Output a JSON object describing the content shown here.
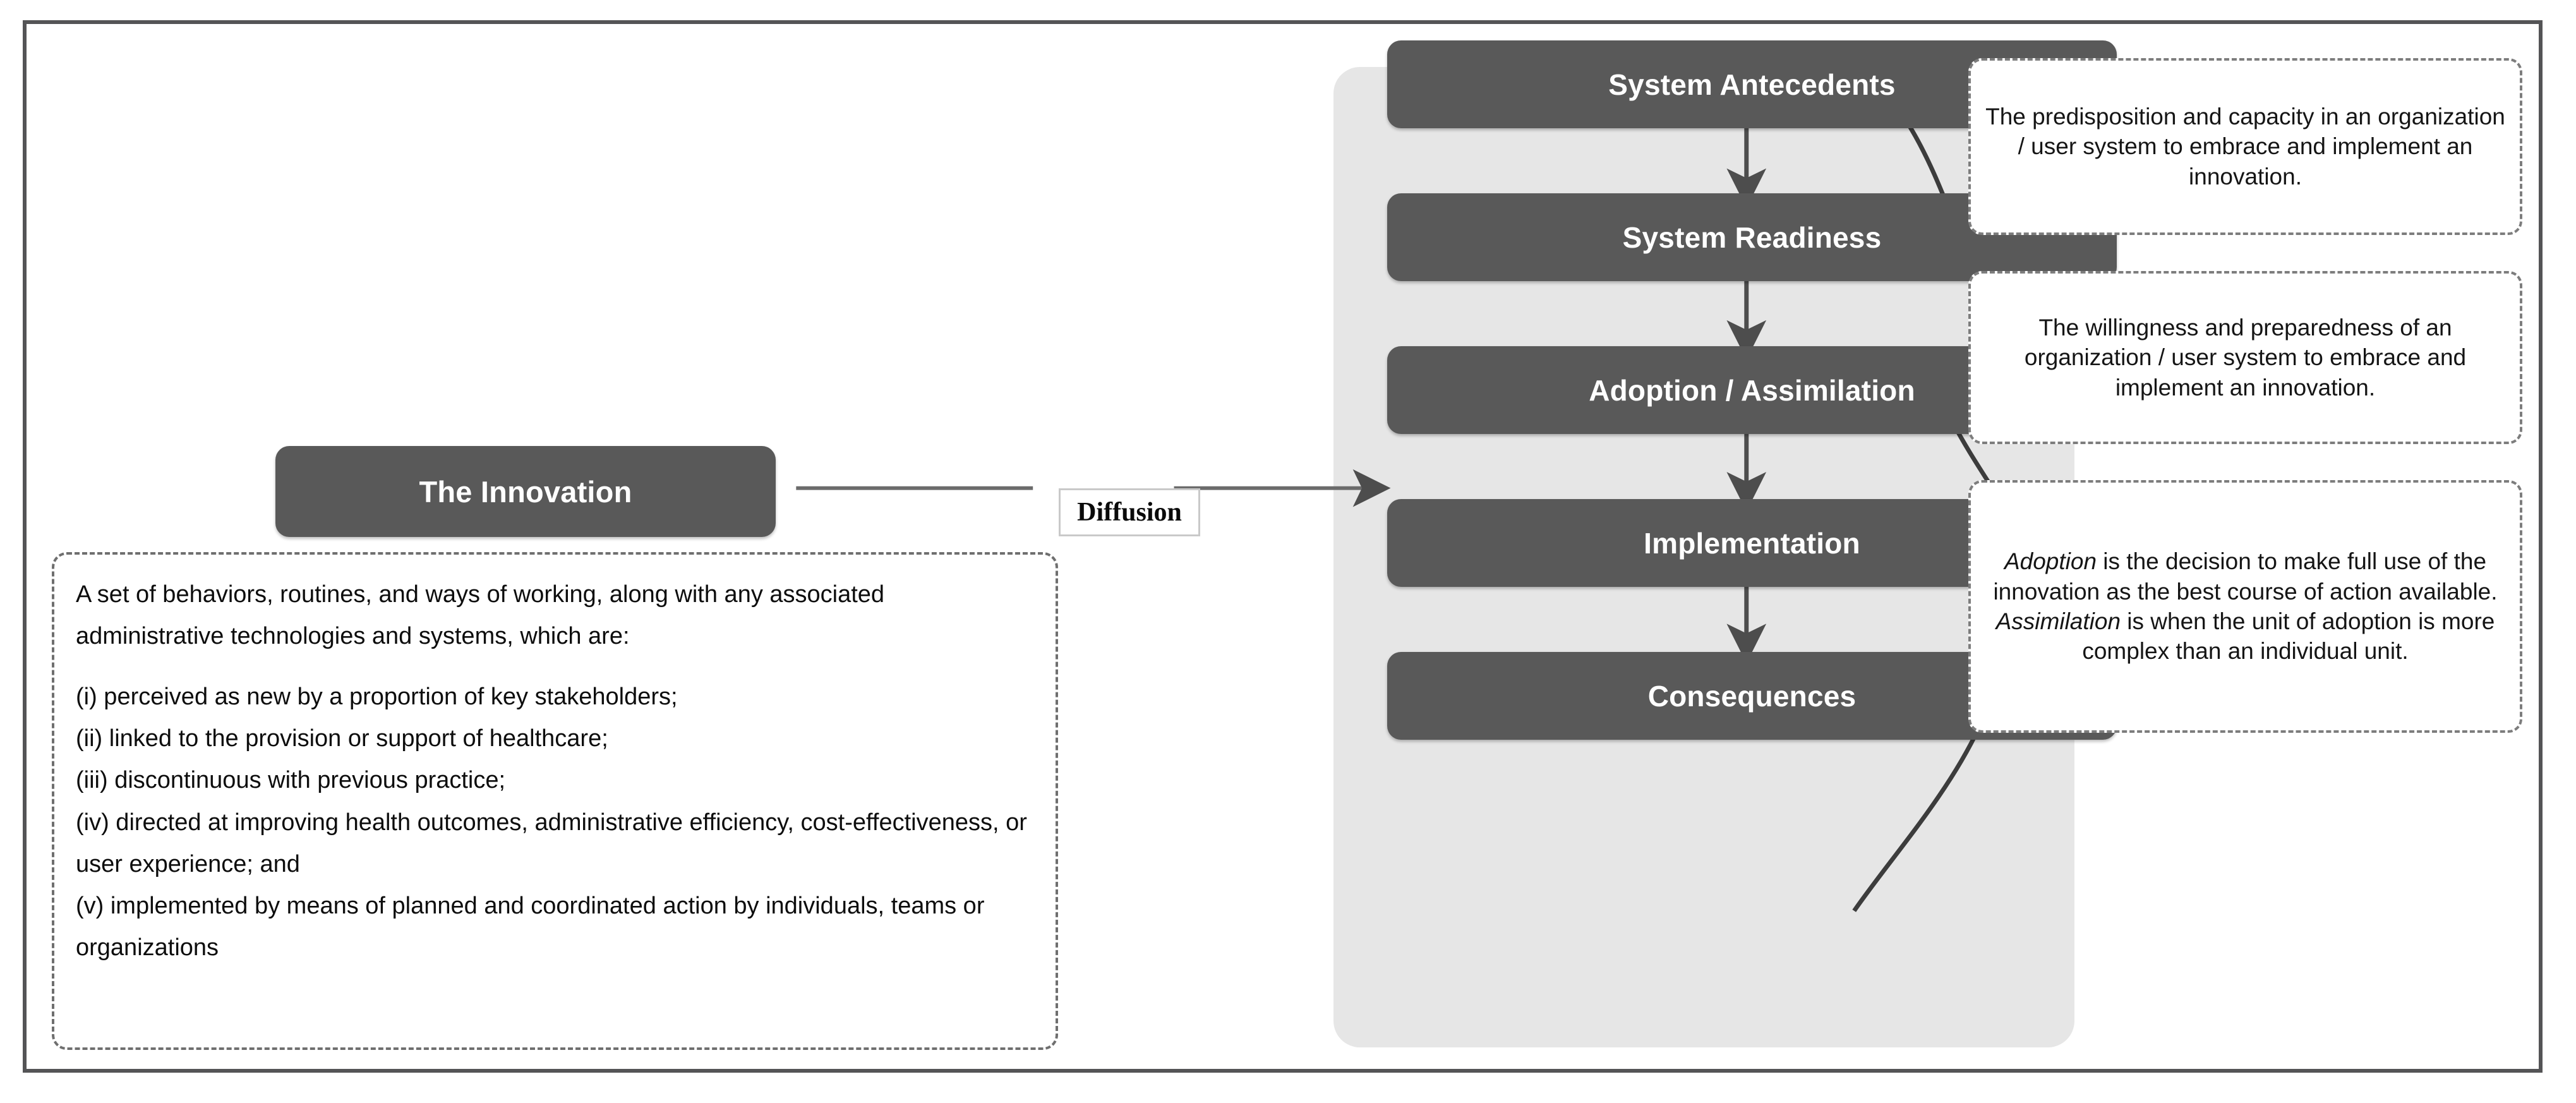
{
  "figure": {
    "border_color": "#545456",
    "background": "#ffffff"
  },
  "innovation": {
    "box_label": "The Innovation",
    "box_color": "#595959",
    "description": {
      "intro": "A set of behaviors, routines, and ways of working, along with any associated administrative technologies and systems, which are:",
      "items": [
        "(i) perceived as new by a proportion of key stakeholders;",
        "(ii) linked to the provision or support of healthcare;",
        "(iii) discontinuous with previous practice;",
        "(iv) directed at improving health outcomes, administrative efficiency, cost-effectiveness, or user experience; and",
        "(v) implemented by means of planned and coordinated action by individuals, teams or organizations"
      ]
    }
  },
  "connector": {
    "diffusion_label": "Diffusion"
  },
  "process_flow": {
    "container_color": "#e6e6e6",
    "stages": [
      {
        "label": "System Antecedents"
      },
      {
        "label": "System Readiness"
      },
      {
        "label": "Adoption / Assimilation"
      },
      {
        "label": "Implementation"
      },
      {
        "label": "Consequences"
      }
    ]
  },
  "annotations": [
    {
      "target": "System Antecedents",
      "text": "The predisposition and capacity in an organization / user system to embrace and implement an innovation."
    },
    {
      "target": "System Readiness",
      "text": "The willingness and preparedness of an organization / user system to embrace and implement an innovation."
    },
    {
      "target": "Adoption / Assimilation",
      "text_parts": [
        {
          "italic": true,
          "text": "Adoption"
        },
        {
          "italic": false,
          "text": " is the decision to make full use of the innovation as the best course of action available. "
        },
        {
          "italic": true,
          "text": "Assimilation"
        },
        {
          "italic": false,
          "text": " is when the unit of adoption is more complex than an individual unit."
        }
      ],
      "text": "Adoption is the decision to make full use of the innovation as the best course of action available. Assimilation is when the unit of adoption is more complex than an individual unit."
    }
  ]
}
